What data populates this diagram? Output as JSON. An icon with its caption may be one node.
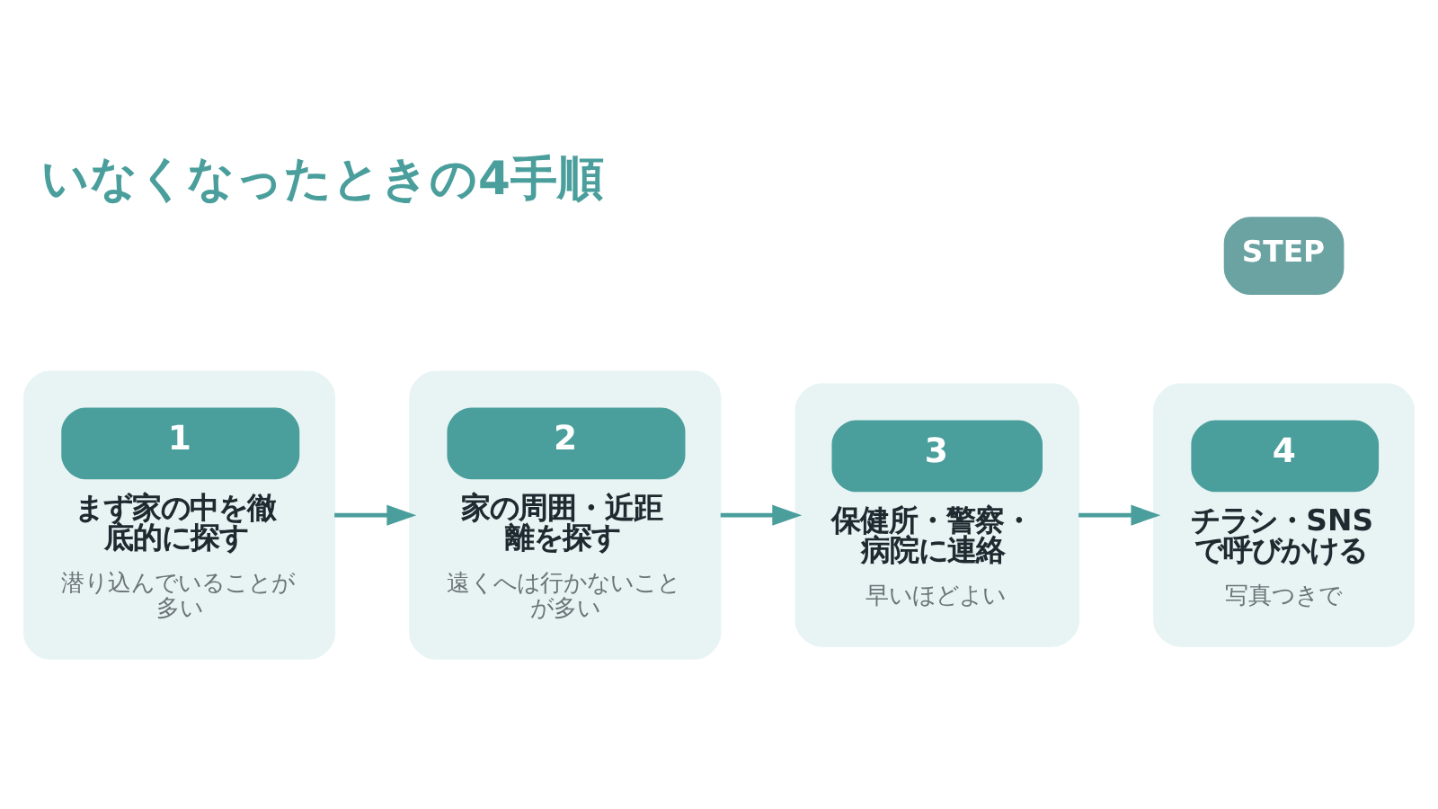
{
  "diagram": {
    "title": "いなくなったときの4手順",
    "nodes": [
      {
        "text": [
          "1",
          "まず家の中を徹底的に探す",
          "潜り込んでいることが多い"
        ]
      },
      {
        "text": [
          "2",
          "家の周囲・近距離を探す",
          "遠くへは行かないことが多い"
        ]
      },
      {
        "text": [
          "3",
          "保健所・警察・病院に連絡",
          "早いほどよい"
        ]
      },
      {
        "text": [
          "4",
          "チラシ・SNSで呼びかける",
          "写真つきで"
        ]
      }
    ],
    "edges": [
      {
        "from": 0,
        "to": 1,
        "arrow": "to"
      },
      {
        "from": 1,
        "to": 2,
        "arrow": "to"
      },
      {
        "from": 2,
        "to": 3,
        "arrow": "to"
      }
    ],
    "labels": [
      "STEP"
    ]
  }
}
